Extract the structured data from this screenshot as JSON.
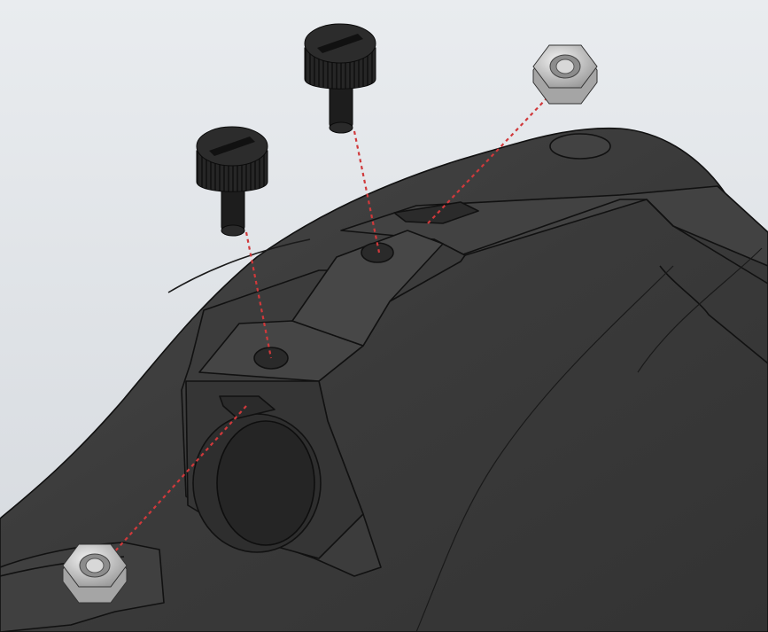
{
  "scene": {
    "background": {
      "top": "#e9ecef",
      "bottom": "#d5d9de"
    },
    "part_color": "#3a3a3a",
    "part_edge_color": "#111111",
    "part_highlight": "#4a4a4a",
    "screw_color": "#222222",
    "nut_color": "#c8c8c8",
    "explode_line_color": "#d0393b"
  },
  "components": [
    {
      "name": "housing-bracket",
      "type": "body"
    },
    {
      "name": "thumb-screw-left",
      "type": "knurled-thumb-screw"
    },
    {
      "name": "thumb-screw-right",
      "type": "knurled-thumb-screw"
    },
    {
      "name": "hex-nut-top",
      "type": "hex-nut"
    },
    {
      "name": "hex-nut-bottom",
      "type": "hex-nut"
    }
  ]
}
